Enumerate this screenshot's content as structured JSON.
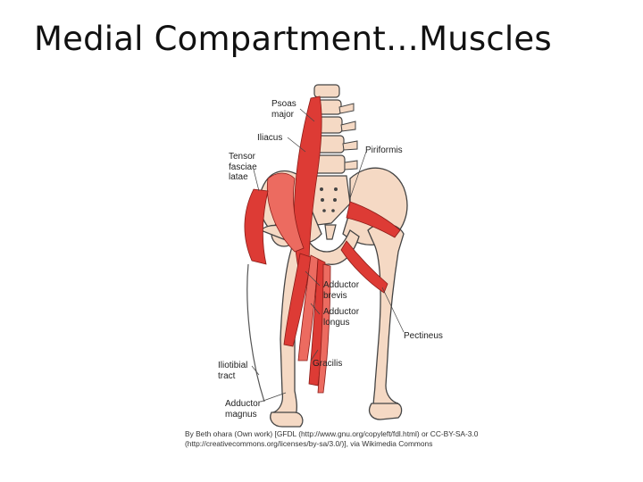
{
  "slide": {
    "title": "Medial Compartment…Muscles"
  },
  "figure": {
    "labels": {
      "psoas_major": "Psoas\nmajor",
      "iliacus": "Iliacus",
      "tensor_fasciae_latae": "Tensor\nfasciae\nlatae",
      "piriformis": "Piriformis",
      "adductor_brevis": "Adductor\nbrevis",
      "adductor_longus": "Adductor\nlongus",
      "pectineus": "Pectineus",
      "gracilis": "Gracilis",
      "iliotibial_tract": "Iliotibial\ntract",
      "adductor_magnus": "Adductor\nmagnus"
    },
    "caption": "By Beth ohara (Own work) [GFDL (http://www.gnu.org/copyleft/fdl.html) or CC-BY-SA-3.0 (http://creativecommons.org/licenses/by-sa/3.0/)], via Wikimedia Commons",
    "colors": {
      "bone": "#f5d9c4",
      "muscle": "#dd3b35",
      "muscle_light": "#ec6b60",
      "outline": "#444444"
    }
  }
}
